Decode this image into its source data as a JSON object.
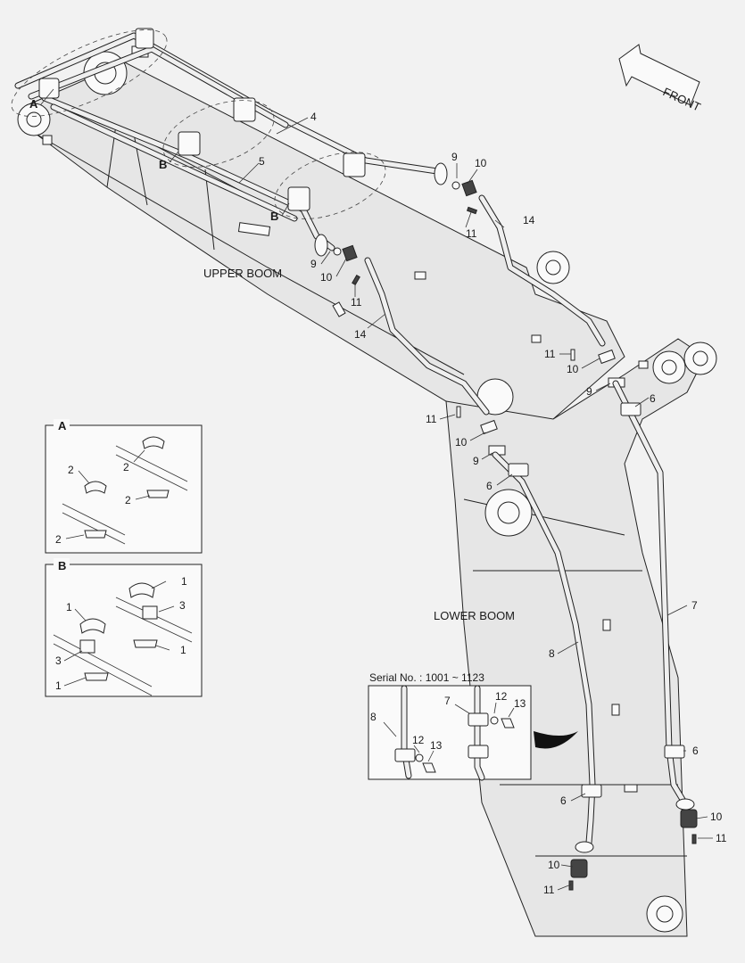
{
  "labels": {
    "front": "FRONT",
    "upper_boom": "UPPER BOOM",
    "lower_boom": "LOWER BOOM",
    "serial": "Serial No. : 1001 ~ 1123",
    "detail_a": "A",
    "detail_b": "B",
    "callout_a": "A",
    "callout_b1": "B",
    "callout_b2": "B"
  },
  "callouts": {
    "p4": "4",
    "p5": "5",
    "p9a": "9",
    "p10a": "10",
    "p11a": "11",
    "p14a": "14",
    "p9b": "9",
    "p10b": "10",
    "p11b": "11",
    "p14b": "14",
    "p11c": "11",
    "p10c": "10",
    "p9c": "9",
    "p6a": "6",
    "p11d": "11",
    "p10d": "10",
    "p9d": "9",
    "p6b": "6",
    "p7": "7",
    "p8": "8",
    "p6c": "6",
    "p10e": "10",
    "p11e": "11",
    "p6d": "6",
    "p10f": "10",
    "p11f": "11",
    "a2a": "2",
    "a2b": "2",
    "a2c": "2",
    "a2d": "2",
    "b1a": "1",
    "b3a": "3",
    "b1b": "1",
    "b1c": "1",
    "b3b": "3",
    "b1d": "1",
    "s8": "8",
    "s7": "7",
    "s12a": "12",
    "s13a": "13",
    "s12b": "12",
    "s13b": "13"
  }
}
